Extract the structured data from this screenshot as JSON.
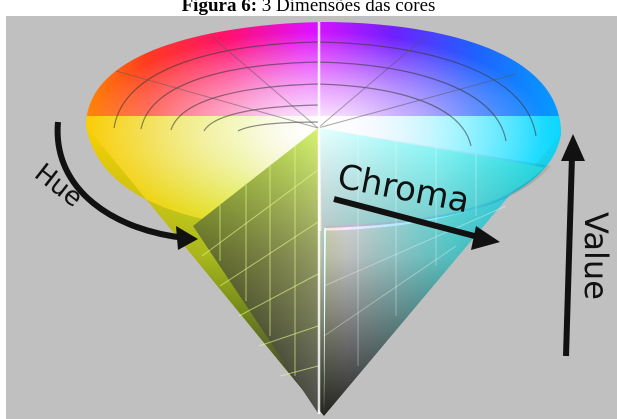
{
  "caption": {
    "label": "Figura 6:",
    "text": "3 Dimensões das cores"
  },
  "diagram": {
    "labels": {
      "hue": "Hue",
      "chroma": "Chroma",
      "value": "Value"
    },
    "colors": {
      "background": "#c0c0c0",
      "arrow": "#111111"
    }
  }
}
